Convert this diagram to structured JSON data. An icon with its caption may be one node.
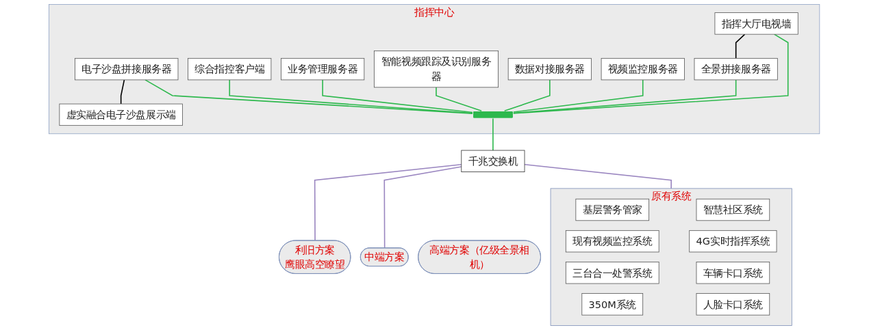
{
  "diagram": {
    "nodes": [
      {
        "text": [
          "指挥中心"
        ]
      },
      {
        "text": [
          "指挥大厅电视墙"
        ],
        "in": 0
      },
      {
        "text": [
          "全景拼接服务器"
        ],
        "in": 0
      },
      {
        "text": [
          "视频监控服务器"
        ],
        "in": 0
      },
      {
        "text": [
          "数据对接服务器"
        ],
        "in": 0
      },
      {
        "text": [
          "智能视频跟踪及识别服务器"
        ],
        "in": 0
      },
      {
        "text": [
          "业务管理服务器"
        ],
        "in": 0
      },
      {
        "text": [
          "综合指控客户端"
        ],
        "in": 0
      },
      {
        "text": [
          "电子沙盘拼接服务器"
        ],
        "in": 0
      },
      {
        "text": [
          "虚实融合电子沙盘展示端"
        ],
        "in": 0
      },
      {
        "text": [],
        "shape": "bar",
        "in": 0
      },
      {
        "text": [
          "千兆交换机"
        ]
      },
      {
        "text": [
          "利旧方案",
          "鹰眼高空瞭望"
        ]
      },
      {
        "text": [
          "中端方案"
        ]
      },
      {
        "text": [
          "高端方案（亿级全景相机）"
        ]
      },
      {
        "text": [
          "原有系统"
        ]
      },
      {
        "text": [
          "基层警务管家"
        ],
        "in": 15
      },
      {
        "text": [
          "现有视频监控系统"
        ],
        "in": 15
      },
      {
        "text": [
          "三台合一处警系统"
        ],
        "in": 15
      },
      {
        "text": [
          "350M系统"
        ],
        "in": 15
      },
      {
        "text": [
          "智慧社区系统"
        ],
        "in": 15
      },
      {
        "text": [
          "4G实时指挥系统"
        ],
        "in": 15
      },
      {
        "text": [
          "车辆卡口系统"
        ],
        "in": 15
      },
      {
        "text": [
          "人脸卡口系统"
        ],
        "in": 15
      }
    ],
    "edges": [
      {
        "from": 1,
        "to": 2,
        "arrow": "none",
        "color": "#000000"
      },
      {
        "from": 8,
        "to": 9,
        "arrow": "none",
        "color": "#000000"
      },
      {
        "from": 1,
        "to": 10,
        "arrow": "none"
      },
      {
        "from": 2,
        "to": 10,
        "arrow": "none"
      },
      {
        "from": 3,
        "to": 10,
        "arrow": "none"
      },
      {
        "from": 4,
        "to": 10,
        "arrow": "none"
      },
      {
        "from": 5,
        "to": 10,
        "arrow": "none"
      },
      {
        "from": 6,
        "to": 10,
        "arrow": "none"
      },
      {
        "from": 7,
        "to": 10,
        "arrow": "none"
      },
      {
        "from": 8,
        "to": 10,
        "arrow": "none"
      },
      {
        "from": 10,
        "to": 11,
        "arrow": "none"
      },
      {
        "from": 11,
        "to": 12,
        "arrow": "none",
        "color": "#9a86c0"
      },
      {
        "from": 11,
        "to": 13,
        "arrow": "none",
        "color": "#9a86c0"
      },
      {
        "from": 11,
        "to": 15,
        "arrow": "none",
        "color": "#9a86c0"
      }
    ]
  }
}
